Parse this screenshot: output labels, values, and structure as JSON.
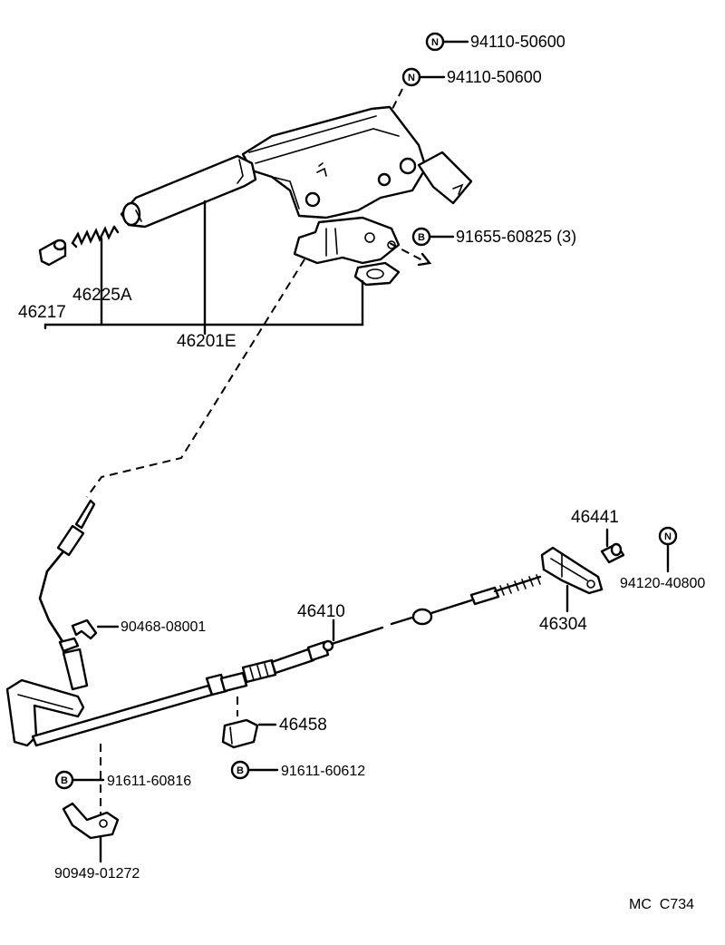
{
  "diagram": {
    "code": "MC  C734",
    "symbol_labels": {
      "n": "N",
      "b": "B"
    },
    "parts": {
      "p_94110_a": "94110-50600",
      "p_94110_b": "94110-50600",
      "p_91655": "91655-60825 (3)",
      "p_46217": "46217",
      "p_46225a": "46225A",
      "p_46201e": "46201E",
      "p_46441": "46441",
      "p_94120": "94120-40800",
      "p_46304": "46304",
      "p_46410": "46410",
      "p_90468": "90468-08001",
      "p_46458": "46458",
      "p_91611_a": "91611-60816",
      "p_91611_b": "91611-60612",
      "p_90949": "90949-01272"
    }
  }
}
